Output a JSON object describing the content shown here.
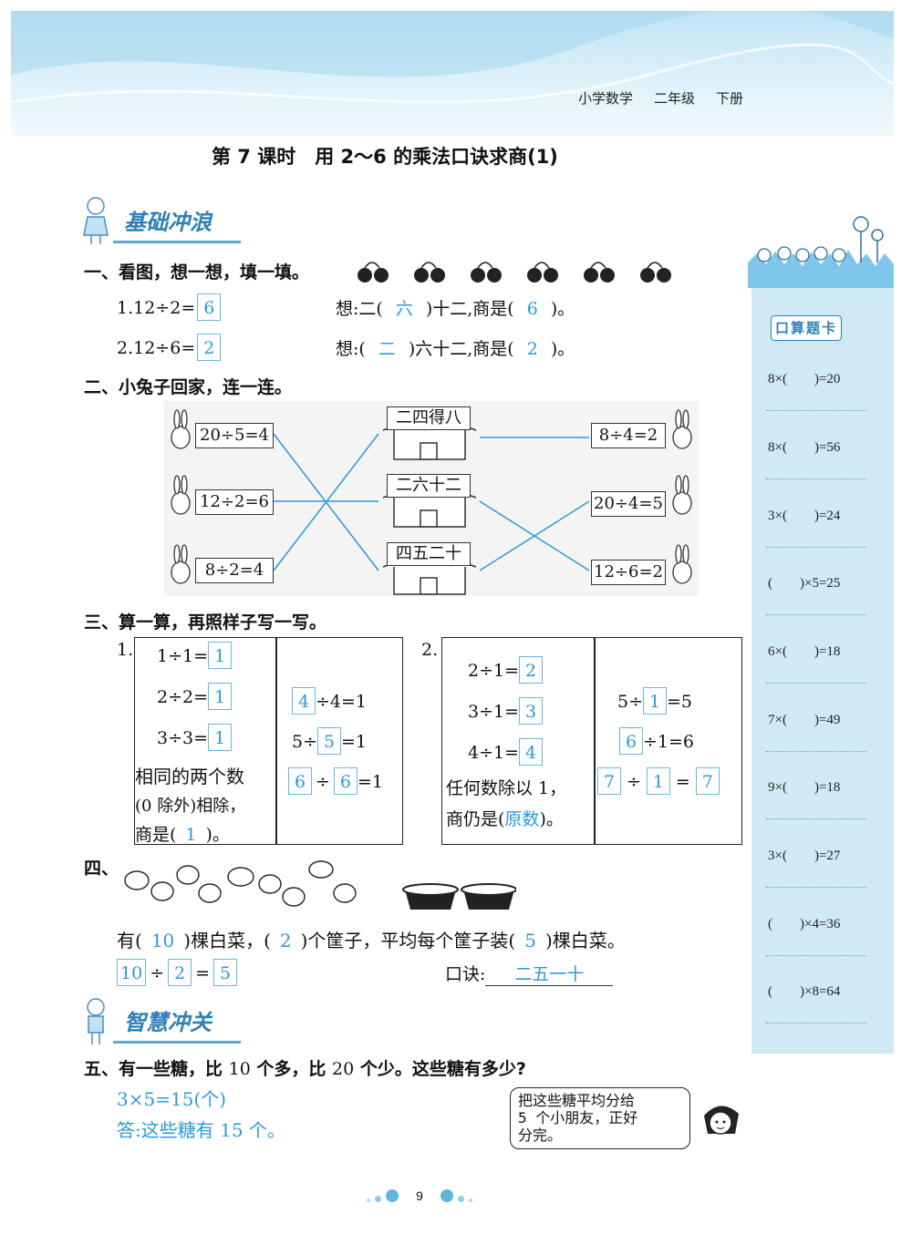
{
  "header": {
    "subject": "小学数学",
    "grade": "二年级",
    "volume": "下册"
  },
  "lesson_title": "第 7 课时　用 2～6 的乘法口诀求商(1)",
  "sections": {
    "basic": "基础冲浪",
    "wisdom": "智慧冲关"
  },
  "q1": {
    "title": "一、看图，想一想，填一填。",
    "rows": [
      {
        "label": "1.12÷2=",
        "box": "6",
        "think_pre": "想:二(",
        "think_fill": "六",
        "think_mid": ")十二,商是(",
        "think_ans": "6",
        "think_end": ")。"
      },
      {
        "label": "2.12÷6=",
        "box": "2",
        "think_pre": "想:(",
        "think_fill": "二",
        "think_mid": ")六十二,商是(",
        "think_ans": "2",
        "think_end": ")。"
      }
    ]
  },
  "q2": {
    "title": "二、小兔子回家，连一连。",
    "left": [
      "20÷5=4",
      "12÷2=6",
      "8÷2=4"
    ],
    "houses": [
      "二四得八",
      "二六十二",
      "四五二十"
    ],
    "right": [
      "8÷4=2",
      "20÷4=5",
      "12÷6=2"
    ]
  },
  "q3": {
    "title": "三、算一算，再照样子写一写。",
    "p1": {
      "num": "1.",
      "rows": [
        {
          "eq": "1÷1=",
          "ans": "1"
        },
        {
          "eq": "2÷2=",
          "ans": "1"
        },
        {
          "eq": "3÷3=",
          "ans": "1"
        }
      ],
      "rule": [
        "相同的两个数",
        "(0 除外)相除，",
        "商是("
      ],
      "rule_ans": "1",
      "rule_end": ")。",
      "right": [
        {
          "a": "4",
          "op": "÷4=1"
        },
        {
          "pre": "5÷",
          "a": "5",
          "op": "=1"
        },
        {
          "a": "6",
          "mid": "÷",
          "b": "6",
          "op": "=1"
        }
      ]
    },
    "p2": {
      "num": "2.",
      "rows": [
        {
          "eq": "2÷1=",
          "ans": "2"
        },
        {
          "eq": "3÷1=",
          "ans": "3"
        },
        {
          "eq": "4÷1=",
          "ans": "4"
        }
      ],
      "rule": [
        "任何数除以 1，",
        "商仍是("
      ],
      "rule_ans": "原数",
      "rule_end": ")。",
      "right": [
        {
          "pre": "5÷",
          "a": "1",
          "op": "=5"
        },
        {
          "a": "6",
          "op": "÷1=6"
        },
        {
          "a": "7",
          "mid": "÷",
          "b": "1",
          "eq": "=",
          "c": "7"
        }
      ]
    }
  },
  "q4": {
    "num": "四、",
    "sentence": {
      "p1": "有(",
      "a1": "10",
      "p2": ")棵白菜，(",
      "a2": "2",
      "p3": ")个筐子，平均每个筐子装(",
      "a3": "5",
      "p4": ")棵白菜。"
    },
    "equation": {
      "a": "10",
      "op1": "÷",
      "b": "2",
      "op2": "=",
      "c": "5"
    },
    "mnemonic_label": "口诀:",
    "mnemonic": "二五一十"
  },
  "q5": {
    "title_pre": "五、有一些糖，比 ",
    "n1": "10",
    "title_mid": " 个多，比 ",
    "n2": "20",
    "title_end": " 个少。这些糖有多少?",
    "calc": "3×5=15(个)",
    "answer": "答:这些糖有 15 个。",
    "bubble": [
      "把这些糖平均分给",
      "5 个小朋友，正好",
      "分完。"
    ]
  },
  "sidebar": {
    "title": "口算题卡",
    "items": [
      "8×(　　)=20",
      "8×(　　)=56",
      "3×(　　)=24",
      "(　　)×5=25",
      "6×(　　)=18",
      "7×(　　)=49",
      "9×(　　)=18",
      "3×(　　)=27",
      "(　　)×4=36",
      "(　　)×8=64"
    ]
  },
  "page_number": "9",
  "colors": {
    "accent": "#2b9bd3",
    "sidebar": "#cfe9f5",
    "section": "#2f7fb8"
  }
}
